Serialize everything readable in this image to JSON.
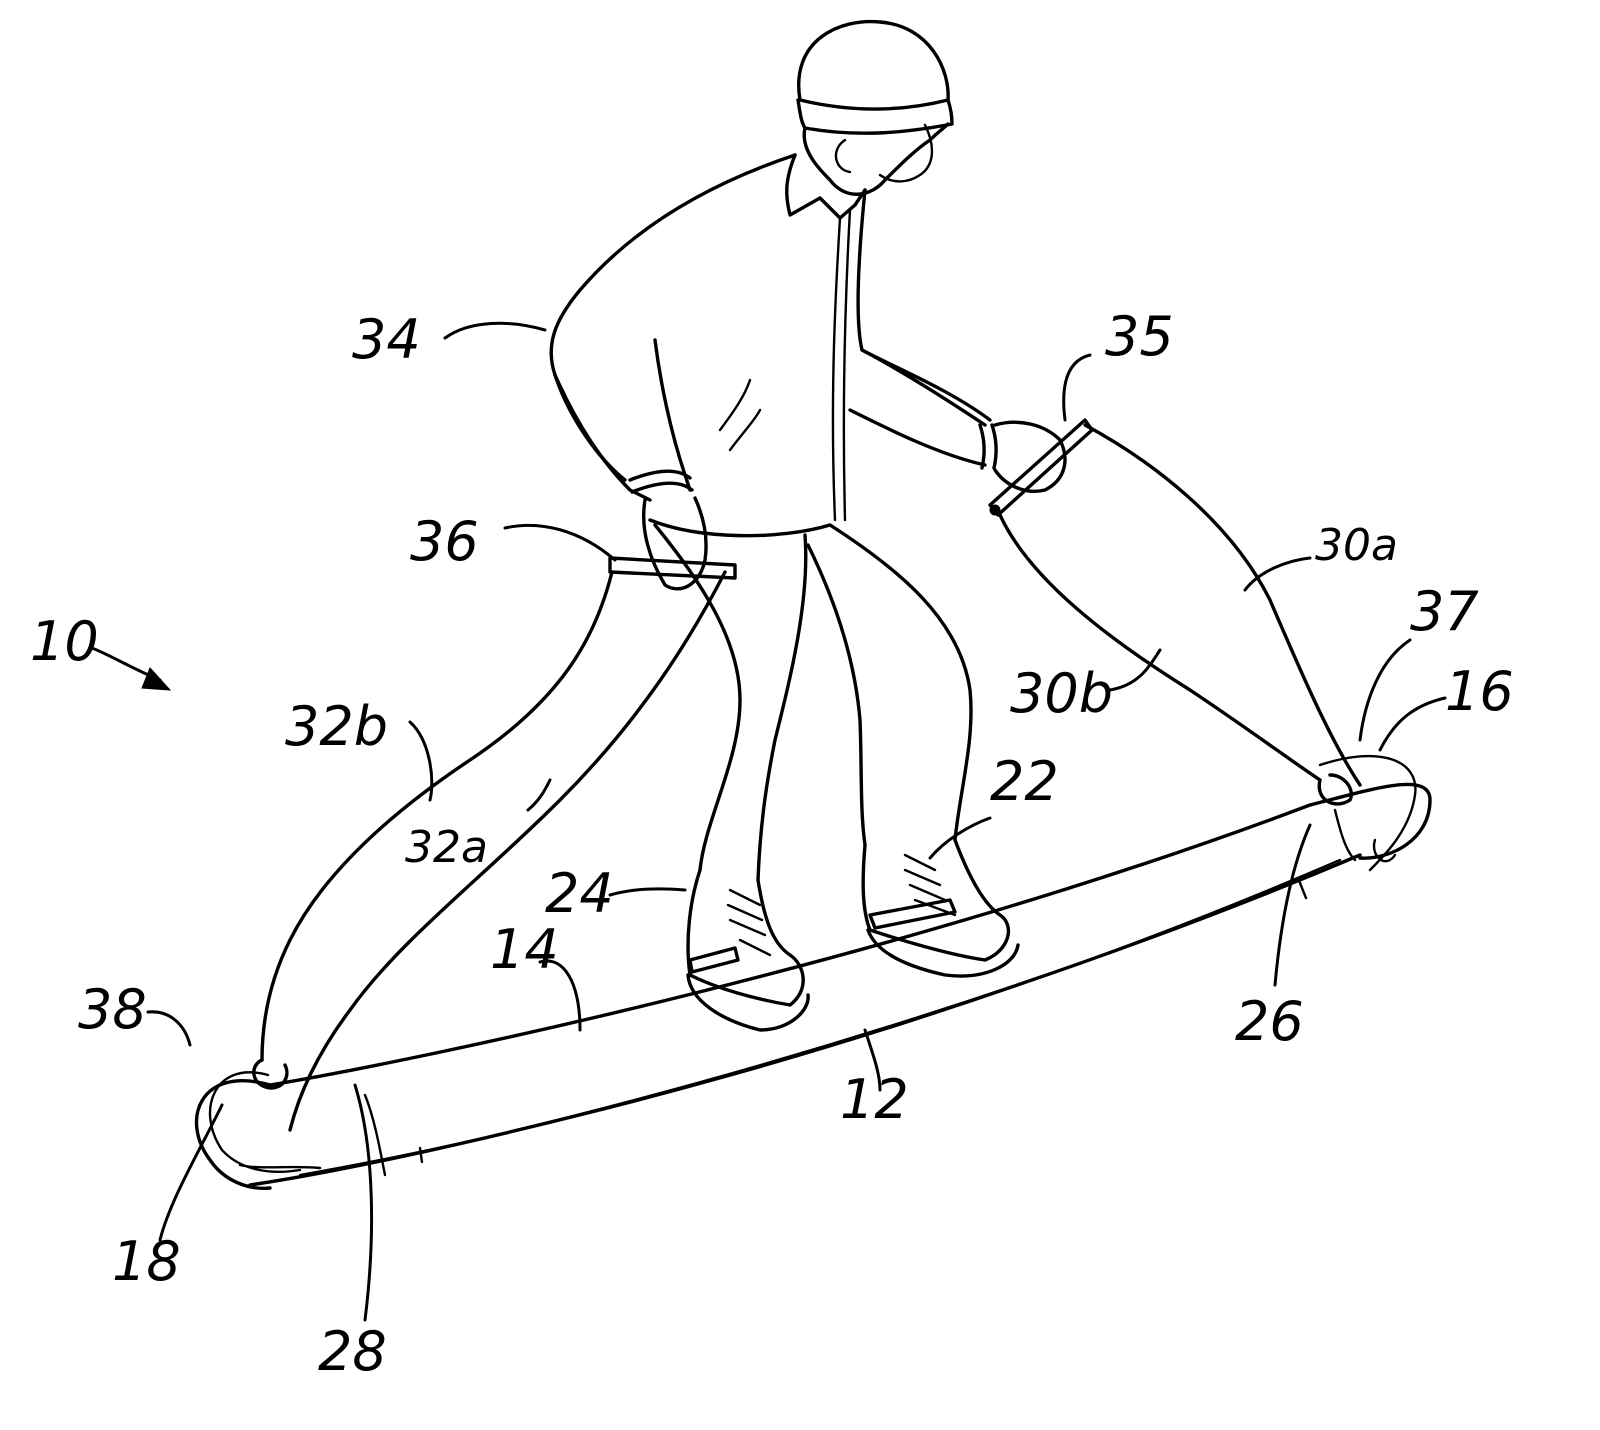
{
  "labels": {
    "fig": "10",
    "board": "12",
    "top_surface": "14",
    "front_end": "16",
    "rear_end": "18",
    "front_binding": "22",
    "rear_binding": "24",
    "front_edge": "26",
    "rear_edge": "28",
    "front_cable_a": "30a",
    "front_cable_b": "30b",
    "rear_cable_a": "32a",
    "rear_cable_b": "32b",
    "rider": "34",
    "front_handle": "35",
    "rear_handle": "36",
    "front_attachment": "37",
    "rear_attachment": "38"
  }
}
